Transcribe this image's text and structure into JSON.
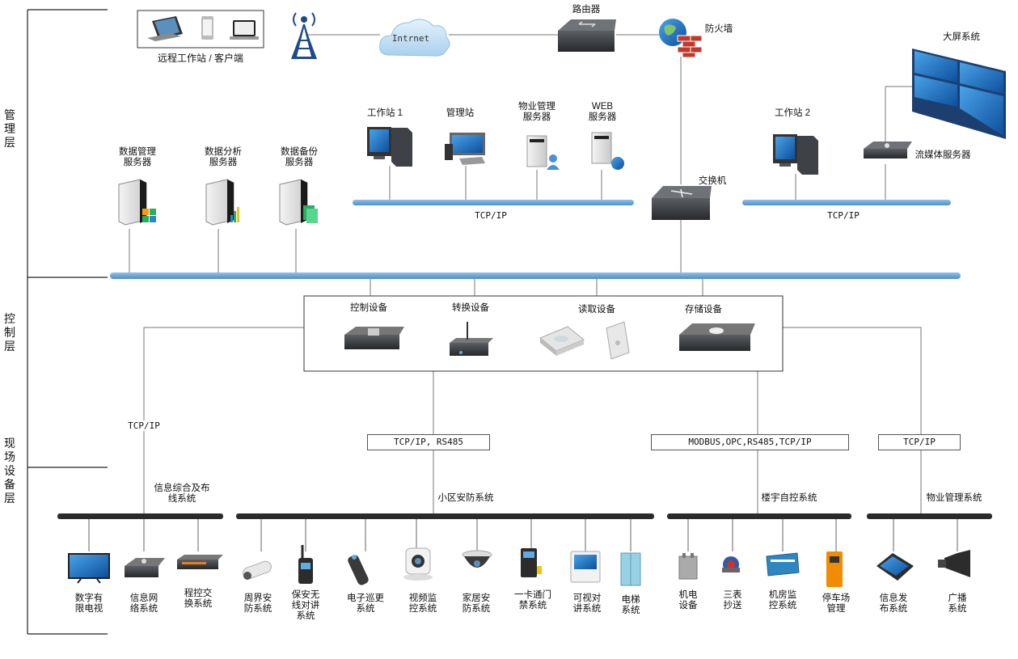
{
  "layers": {
    "management": "管\n理\n层",
    "control": "控\n制\n层",
    "field": "现\n场\n设\n备\n层"
  },
  "top": {
    "remote_workstation": "远程工作站 / 客户端",
    "internet": "Intrnet",
    "router": "路由器",
    "firewall": "防火墙",
    "video_wall": "大屏系统",
    "streaming_server": "流媒体服务器",
    "switch": "交换机"
  },
  "stations": {
    "workstation1": "工作站 1",
    "admin_station": "管理站",
    "property_server": "物业管理\n服务器",
    "web_server": "WEB\n服务器",
    "workstation2": "工作站 2"
  },
  "servers": {
    "data_mgmt": "数据管理\n服务器",
    "data_analysis": "数据分析\n服务器",
    "data_backup": "数据备份\n服务器"
  },
  "tcpip_left": "TCP/IP",
  "tcpip_right": "TCP/IP",
  "control_devices": {
    "controller": "控制设备",
    "converter": "转换设备",
    "reader": "读取设备",
    "storage": "存储设备"
  },
  "protocols": {
    "left_vertical": "TCP/IP",
    "security": "TCP/IP, RS485",
    "building": "MODBUS,OPC,RS485,TCP/IP",
    "property": "TCP/IP"
  },
  "systems": {
    "info_cabling": "信息综合及布\n线系统",
    "security": "小区安防系统",
    "building_auto": "楼宇自控系统",
    "property_mgmt": "物业管理系统"
  },
  "field_devices": [
    "数字有\n限电视",
    "信息网\n络系统",
    "程控交\n换系统",
    "周界安\n防系统",
    "保安无\n线对讲\n系统",
    "电子巡更\n系统",
    "视频监\n控系统",
    "家居安\n防系统",
    "一卡通门\n禁系统",
    "可视对\n讲系统",
    "电梯\n系统",
    "机电\n设备",
    "三表\n抄送",
    "机房监\n控系统",
    "停车场\n管理",
    "信息发\n布系统",
    "广播\n系统"
  ]
}
